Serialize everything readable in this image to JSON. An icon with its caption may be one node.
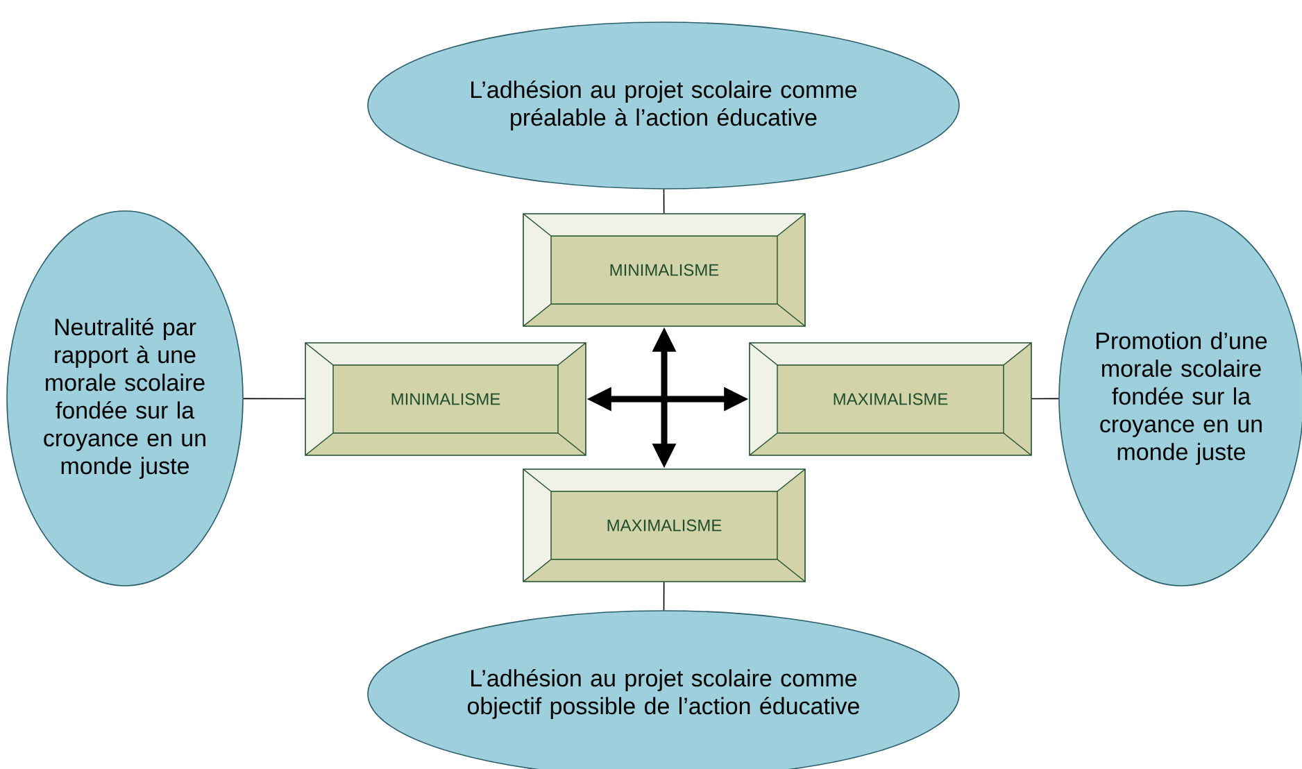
{
  "diagram": {
    "nodes": [
      {
        "text": [
          "L’adhésion au projet scolaire comme préalable à l’action éducative"
        ]
      },
      {
        "text": [
          "MINIMALISME"
        ]
      },
      {
        "text": [
          "Neutralité par rapport à une morale scolaire fondée sur la croyance en un monde juste"
        ]
      },
      {
        "text": [
          "MINIMALISME"
        ]
      },
      {
        "text": [
          "MAXIMALISME"
        ]
      },
      {
        "text": [
          "Promotion d’une morale scolaire fondée sur la croyance en un monde juste"
        ]
      },
      {
        "text": [
          "MAXIMALISME"
        ]
      },
      {
        "text": [
          "L’adhésion au projet scolaire comme objectif possible de l’action éducative"
        ]
      }
    ],
    "edges": [
      {
        "from": 0,
        "to": 1,
        "arrow": "none"
      },
      {
        "from": 2,
        "to": 3,
        "arrow": "none"
      },
      {
        "from": 4,
        "to": 5,
        "arrow": "none"
      },
      {
        "from": 6,
        "to": 7,
        "arrow": "none"
      },
      {
        "from": 3,
        "to": 4,
        "arrow": "both",
        "style": "thick"
      },
      {
        "from": 1,
        "to": 6,
        "arrow": "both",
        "style": "thick"
      }
    ]
  }
}
